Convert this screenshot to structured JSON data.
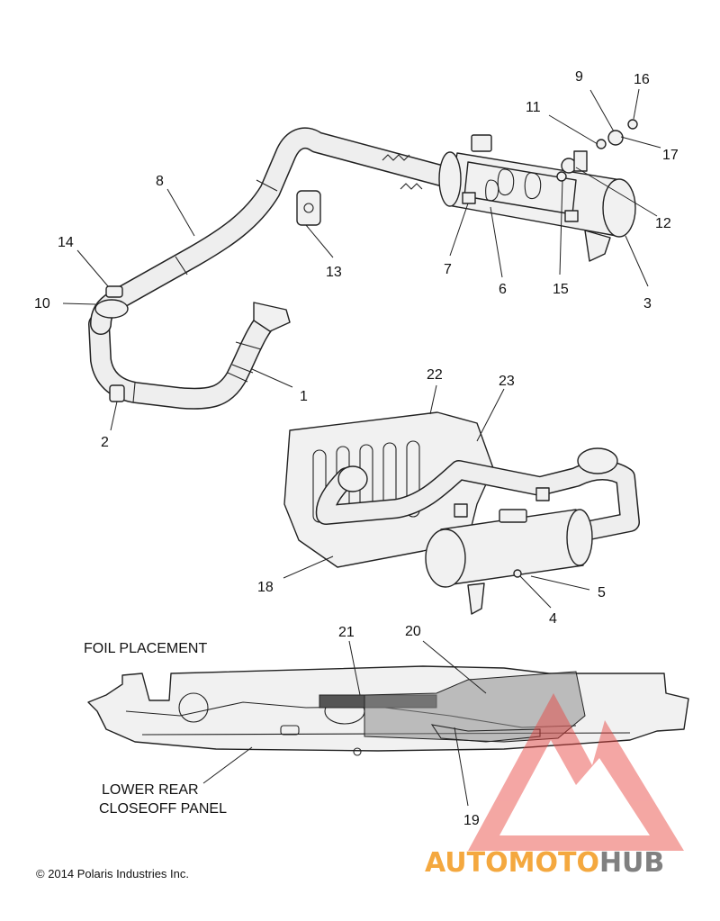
{
  "diagram": {
    "callouts": {
      "c1": "1",
      "c2": "2",
      "c3": "3",
      "c4": "4",
      "c5": "5",
      "c6": "6",
      "c7": "7",
      "c8": "8",
      "c9": "9",
      "c10": "10",
      "c11": "11",
      "c12": "12",
      "c13": "13",
      "c14": "14",
      "c15": "15",
      "c16": "16",
      "c17": "17",
      "c18": "18",
      "c19": "19",
      "c20": "20",
      "c21": "21",
      "c22": "22",
      "c23": "23"
    },
    "captions": {
      "foil_placement": "FOIL PLACEMENT",
      "lower_rear_line1": "LOWER REAR",
      "lower_rear_line2": "CLOSEOFF PANEL"
    },
    "copyright": "© 2014 Polaris Industries Inc.",
    "watermark": {
      "part1": "AUTOMOTO",
      "part2": "HUB"
    }
  },
  "colors": {
    "line": "#222222",
    "watermark_red": "#e8413b",
    "watermark_orange": "#f39a1e",
    "watermark_gray": "#6b6b6b"
  }
}
